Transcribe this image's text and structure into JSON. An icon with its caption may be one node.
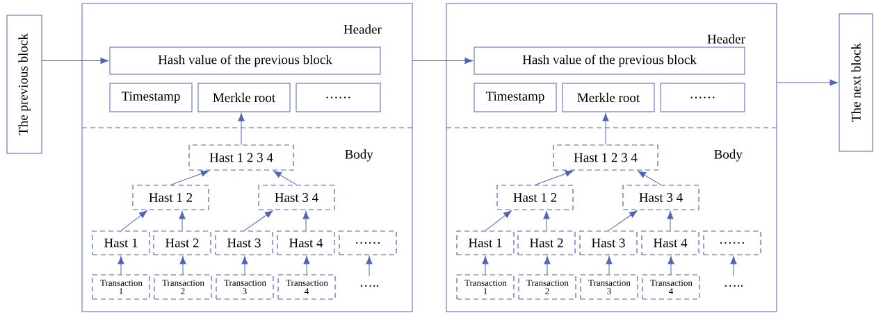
{
  "diagram": {
    "nodes": [
      {
        "text": [
          "The previous block"
        ]
      },
      {
        "text": [
          "Header",
          "Body"
        ]
      },
      {
        "text": [
          "Hash value of the previous block"
        ],
        "in": 1
      },
      {
        "text": [
          "Timestamp"
        ],
        "in": 1
      },
      {
        "text": [
          "Merkle root"
        ],
        "in": 1
      },
      {
        "text": [
          "……"
        ],
        "in": 1
      },
      {
        "text": [
          "Hast 1 2 3 4"
        ],
        "in": 1
      },
      {
        "text": [
          "Hast 1  2"
        ],
        "in": 1
      },
      {
        "text": [
          "Hast 3 4"
        ],
        "in": 1
      },
      {
        "text": [
          "Hast 1"
        ],
        "in": 1
      },
      {
        "text": [
          "Hast 2"
        ],
        "in": 1
      },
      {
        "text": [
          "Hast 3"
        ],
        "in": 1
      },
      {
        "text": [
          "Hast 4"
        ],
        "in": 1
      },
      {
        "text": [
          "……"
        ],
        "in": 1
      },
      {
        "text": [
          "Transaction 1"
        ],
        "in": 1
      },
      {
        "text": [
          "Transaction 2"
        ],
        "in": 1
      },
      {
        "text": [
          "Transaction 3"
        ],
        "in": 1
      },
      {
        "text": [
          "Transaction 4"
        ],
        "in": 1
      },
      {
        "text": [
          "….."
        ],
        "in": 1
      },
      {
        "text": [
          "Header",
          "Body"
        ]
      },
      {
        "text": [
          "Hash value of the previous block"
        ],
        "in": 19
      },
      {
        "text": [
          "Timestamp"
        ],
        "in": 19
      },
      {
        "text": [
          "Merkle root"
        ],
        "in": 19
      },
      {
        "text": [
          "……"
        ],
        "in": 19
      },
      {
        "text": [
          "Hast 1 2 3 4"
        ],
        "in": 19
      },
      {
        "text": [
          "Hast 1 2"
        ],
        "in": 19
      },
      {
        "text": [
          "Hast 3 4"
        ],
        "in": 19
      },
      {
        "text": [
          "Hast 1"
        ],
        "in": 19
      },
      {
        "text": [
          "Hast 2"
        ],
        "in": 19
      },
      {
        "text": [
          "Hast 3"
        ],
        "in": 19
      },
      {
        "text": [
          "Hast 4"
        ],
        "in": 19
      },
      {
        "text": [
          "……"
        ],
        "in": 19
      },
      {
        "text": [
          "Transaction 1"
        ],
        "in": 19
      },
      {
        "text": [
          "Transaction 2"
        ],
        "in": 19
      },
      {
        "text": [
          "Transaction 3"
        ],
        "in": 19
      },
      {
        "text": [
          "Transaction 4"
        ],
        "in": 19
      },
      {
        "text": [
          "….."
        ],
        "in": 19
      },
      {
        "text": [
          "The next block"
        ]
      }
    ],
    "edges": [
      {
        "from": 0,
        "to": 2,
        "arrow": "to"
      },
      {
        "from": 6,
        "to": 4,
        "arrow": "to"
      },
      {
        "from": 7,
        "to": 6,
        "arrow": "to"
      },
      {
        "from": 8,
        "to": 6,
        "arrow": "to"
      },
      {
        "from": 9,
        "to": 7,
        "arrow": "to"
      },
      {
        "from": 10,
        "to": 7,
        "arrow": "to"
      },
      {
        "from": 11,
        "to": 8,
        "arrow": "to"
      },
      {
        "from": 12,
        "to": 8,
        "arrow": "to"
      },
      {
        "from": 14,
        "to": 9,
        "arrow": "to"
      },
      {
        "from": 15,
        "to": 10,
        "arrow": "to"
      },
      {
        "from": 16,
        "to": 11,
        "arrow": "to"
      },
      {
        "from": 17,
        "to": 12,
        "arrow": "to"
      },
      {
        "from": 18,
        "to": 13,
        "arrow": "to"
      },
      {
        "from": 1,
        "to": 20,
        "arrow": "to"
      },
      {
        "from": 24,
        "to": 22,
        "arrow": "to"
      },
      {
        "from": 25,
        "to": 24,
        "arrow": "to"
      },
      {
        "from": 26,
        "to": 24,
        "arrow": "to"
      },
      {
        "from": 27,
        "to": 25,
        "arrow": "to"
      },
      {
        "from": 28,
        "to": 25,
        "arrow": "to"
      },
      {
        "from": 29,
        "to": 26,
        "arrow": "to"
      },
      {
        "from": 30,
        "to": 26,
        "arrow": "to"
      },
      {
        "from": 32,
        "to": 27,
        "arrow": "to"
      },
      {
        "from": 33,
        "to": 28,
        "arrow": "to"
      },
      {
        "from": 34,
        "to": 29,
        "arrow": "to"
      },
      {
        "from": 35,
        "to": 30,
        "arrow": "to"
      },
      {
        "from": 36,
        "to": 31,
        "arrow": "to"
      },
      {
        "from": 19,
        "to": 37,
        "arrow": "to"
      }
    ]
  }
}
